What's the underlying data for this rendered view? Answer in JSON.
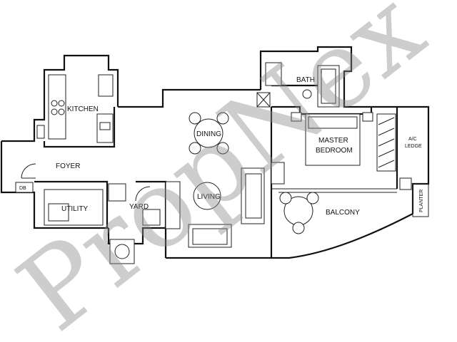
{
  "rooms": {
    "kitchen": "KITCHEN",
    "dining": "DINING",
    "foyer": "FOYER",
    "db": "DB",
    "utility": "UTILITY",
    "yard": "YARD",
    "living": "LIVING",
    "bath": "BATH",
    "master_line1": "MASTER",
    "master_line2": "BEDROOM",
    "balcony": "BALCONY",
    "ac_line1": "A/C",
    "ac_line2": "LEDGE",
    "planter": "PLANTER"
  },
  "watermark": "PropNex",
  "colors": {
    "line": "#111111",
    "watermark": "#8a8a8a",
    "background": "#ffffff"
  }
}
